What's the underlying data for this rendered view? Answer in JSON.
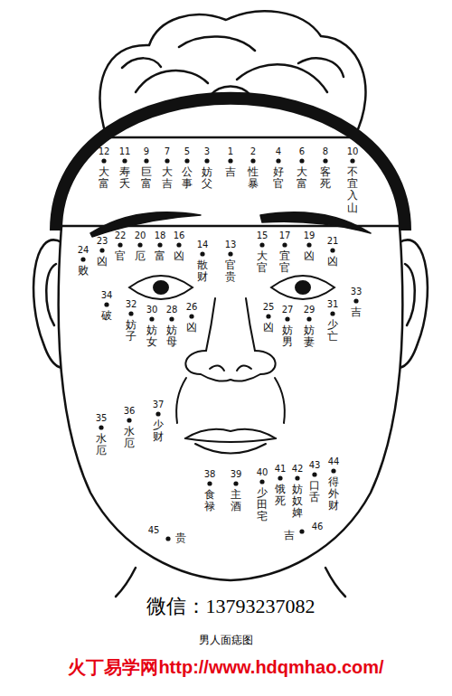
{
  "diagram": {
    "caption": "男人面痣图",
    "labels": [
      "12",
      "大富",
      "11",
      "寿夭",
      "9",
      "巨富",
      "7",
      "大吉",
      "5",
      "公事",
      "3",
      "妨父",
      "1",
      "吉",
      "2",
      "性暴",
      "4",
      "好官",
      "6",
      "大富",
      "8",
      "客死",
      "10",
      "不宜入山",
      "24",
      "败",
      "23",
      "凶",
      "22",
      "官",
      "20",
      "厄",
      "18",
      "富",
      "16",
      "凶",
      "14",
      "散财",
      "13",
      "官贵",
      "15",
      "大官",
      "17",
      "宜官",
      "19",
      "凶",
      "21",
      "凶",
      "33",
      "吉",
      "34",
      "破",
      "32",
      "妨子",
      "30",
      "妨女",
      "28",
      "妨母",
      "26",
      "凶",
      "25",
      "凶",
      "27",
      "妨男",
      "29",
      "妨妻",
      "31",
      "少亡",
      "35",
      "水厄",
      "36",
      "水厄",
      "37",
      "少财",
      "38",
      "食禄",
      "39",
      "主酒",
      "40",
      "少田宅",
      "41",
      "饿死",
      "42",
      "妨奴婢",
      "43",
      "口舌",
      "44",
      "得外财",
      "45",
      "贵",
      "46",
      "吉",
      "微信：13793237082",
      "火丁易学网http://www.hdqmhao.com/"
    ]
  }
}
